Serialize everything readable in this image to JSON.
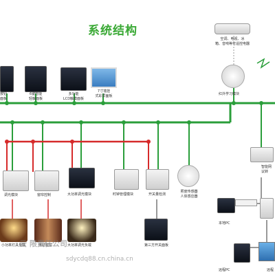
{
  "title": "系统结构",
  "ac_caption": "空调、电视、冰\n箱、音响等可遥控电器",
  "ir_label": "红外学习模块",
  "panels": [
    {
      "label": "按钮\n面板"
    },
    {
      "label": "6键智能\n轻触面板"
    },
    {
      "label": "多功能\nLCD触摸面板"
    },
    {
      "label": "7寸墙挂\n式彩屏面板"
    }
  ],
  "modules": [
    {
      "label": "调光模块"
    },
    {
      "label": "窗帘控制"
    },
    {
      "label": "大功率调光模块"
    },
    {
      "label": "时钟管理模块"
    },
    {
      "label": "开关量检测"
    },
    {
      "label": "照度传感器\n人体感应器"
    },
    {
      "label": "智能网\n议转"
    }
  ],
  "loads": [
    {
      "label": "小功率灯具负载"
    },
    {
      "label": "电动窗帘"
    },
    {
      "label": "大功率调光负载"
    }
  ],
  "third_party_switch": "第三方开关面板",
  "local_pc": "本地PC",
  "remote_pc": "远程PC",
  "remote_right": "远程",
  "watermark": "云     限责任公司",
  "url": "sdycdq88.cn.china.cn",
  "colors": {
    "bus": "#2a9e3a",
    "load_line": "#d62a2a",
    "title": "#3aa935"
  }
}
